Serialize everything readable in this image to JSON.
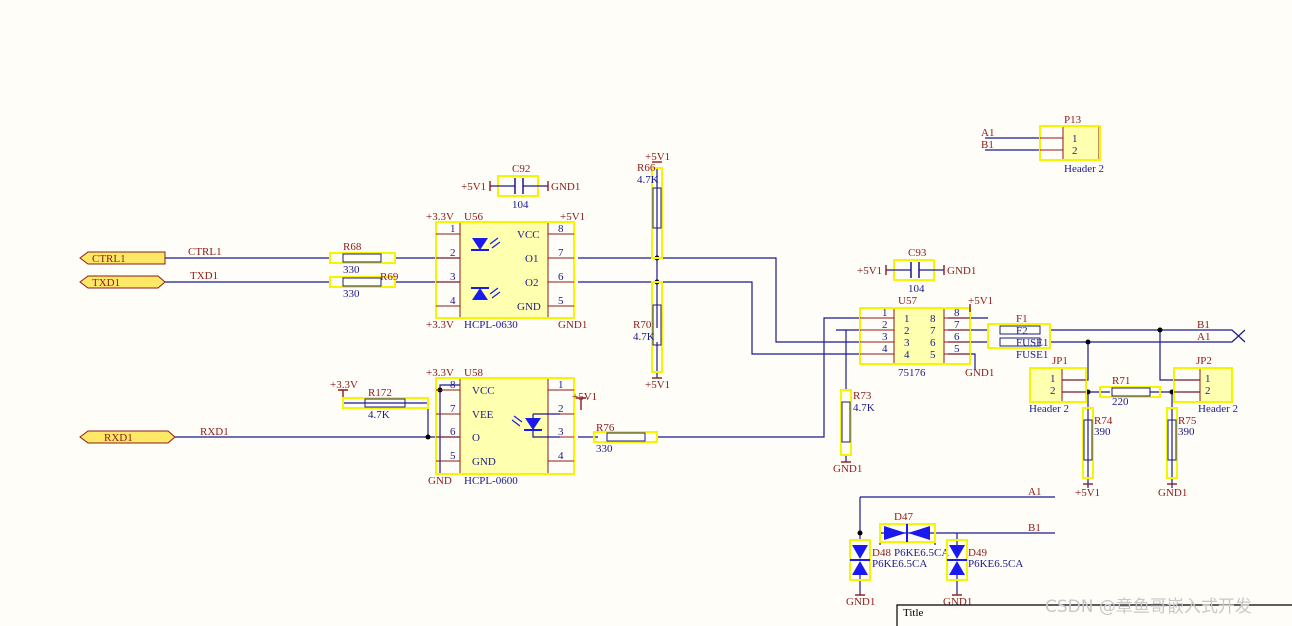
{
  "ports": {
    "ctrl1": "CTRL1",
    "txd1": "TXD1",
    "rxd1": "RXD1"
  },
  "nets": {
    "ctrl1": "CTRL1",
    "txd1": "TXD1",
    "rxd1": "RXD1",
    "a1": "A1",
    "b1": "B1"
  },
  "power": {
    "p5v1": "+5V1",
    "p3v3": "+3.3V",
    "gnd": "GND",
    "gnd1": "GND1"
  },
  "c92": {
    "ref": "C92",
    "value": "104"
  },
  "c93": {
    "ref": "C93",
    "value": "104"
  },
  "r68": {
    "ref": "R68",
    "value": "330"
  },
  "r69": {
    "ref": "R69",
    "value": "330"
  },
  "r66": {
    "ref": "R66",
    "value": "4.7K"
  },
  "r70": {
    "ref": "R70",
    "value": "4.7K"
  },
  "r172": {
    "ref": "R172",
    "value": "4.7K"
  },
  "r76": {
    "ref": "R76",
    "value": "330"
  },
  "r73": {
    "ref": "R73",
    "value": "4.7K"
  },
  "r71": {
    "ref": "R71",
    "value": "220"
  },
  "r74": {
    "ref": "R74",
    "value": "390"
  },
  "r75": {
    "ref": "R75",
    "value": "390"
  },
  "u56": {
    "ref": "U56",
    "part": "HCPL-0630",
    "pins": [
      "1",
      "2",
      "3",
      "4",
      "8",
      "7",
      "6",
      "5"
    ],
    "labels": [
      "VCC",
      "O1",
      "O2",
      "GND"
    ]
  },
  "u58": {
    "ref": "U58",
    "part": "HCPL-0600",
    "pins": [
      "8",
      "7",
      "6",
      "5",
      "1",
      "2",
      "3",
      "4"
    ],
    "labels": [
      "VCC",
      "VEE",
      "O",
      "GND"
    ]
  },
  "u57": {
    "ref": "U57",
    "part": "75176",
    "pins": [
      "1",
      "2",
      "3",
      "4",
      "8",
      "7",
      "6",
      "5"
    ]
  },
  "p13": {
    "ref": "P13",
    "part": "Header 2",
    "pins": [
      "1",
      "2"
    ]
  },
  "jp1": {
    "ref": "JP1",
    "part": "Header 2",
    "pins": [
      "1",
      "2"
    ]
  },
  "jp2": {
    "ref": "JP2",
    "part": "Header 2",
    "pins": [
      "1",
      "2"
    ]
  },
  "f1": {
    "ref": "F1",
    "pins": [
      "F2",
      "FUSE1"
    ],
    "part": "FUSE1"
  },
  "d47": {
    "ref": "D47",
    "value": "P6KE6.5CA"
  },
  "d48": {
    "ref": "D48",
    "value": "P6KE6.5CA"
  },
  "d49": {
    "ref": "D49",
    "value": "P6KE6.5CA"
  },
  "title_block": {
    "label": "Title"
  },
  "watermark": "CSDN @章鱼哥嵌入式开发",
  "colors": {
    "wire": "#1a1a8b",
    "component": "#8b1a1a",
    "body_fill": "#ffffb0",
    "selection": "#f5f500",
    "background": "#fffdf7"
  }
}
